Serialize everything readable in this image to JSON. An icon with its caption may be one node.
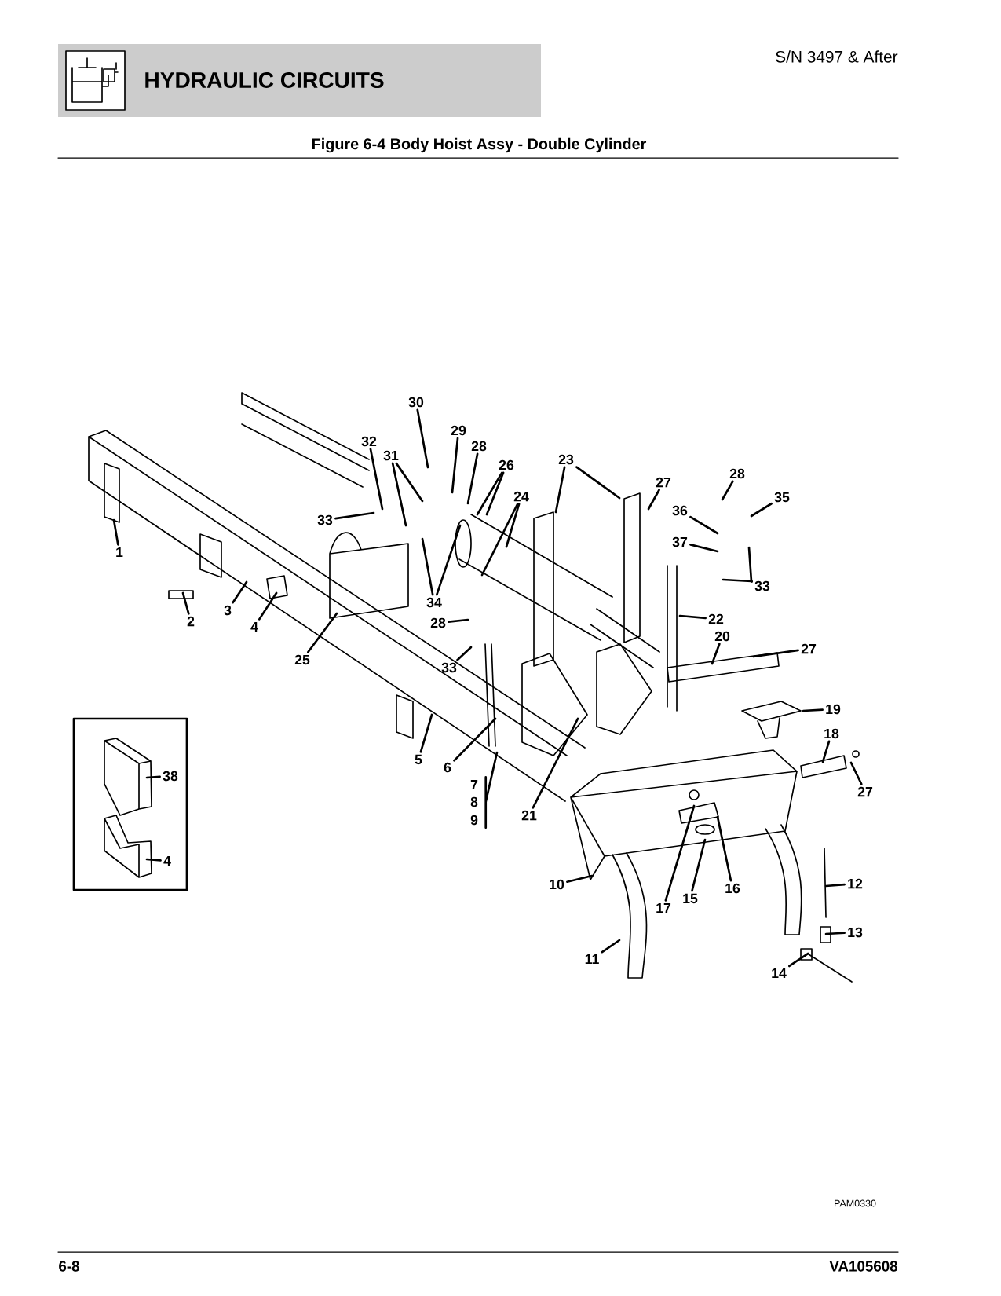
{
  "diagram": {
    "title": "HYDRAULIC CIRCUITS",
    "caption": "Figure 6-4 Body Hoist Assy - Double Cylinder",
    "nodes": [
      {
        "text": [
          "30"
        ]
      },
      {
        "text": [
          "29"
        ]
      },
      {
        "text": [
          "32"
        ]
      },
      {
        "text": [
          "28"
        ]
      },
      {
        "text": [
          "26"
        ]
      },
      {
        "text": [
          "31"
        ]
      },
      {
        "text": [
          "24"
        ]
      },
      {
        "text": [
          "23"
        ]
      },
      {
        "text": [
          "27"
        ]
      },
      {
        "text": [
          "28"
        ]
      },
      {
        "text": [
          "35"
        ]
      },
      {
        "text": [
          "33"
        ]
      },
      {
        "text": [
          "36"
        ]
      },
      {
        "text": [
          "37"
        ]
      },
      {
        "text": [
          "1"
        ]
      },
      {
        "text": [
          "33"
        ]
      },
      {
        "text": [
          "2"
        ]
      },
      {
        "text": [
          "3"
        ]
      },
      {
        "text": [
          "4"
        ]
      },
      {
        "text": [
          "34"
        ]
      },
      {
        "text": [
          "22"
        ]
      },
      {
        "text": [
          "28"
        ]
      },
      {
        "text": [
          "25"
        ]
      },
      {
        "text": [
          "20"
        ]
      },
      {
        "text": [
          "27"
        ]
      },
      {
        "text": [
          "33"
        ]
      },
      {
        "text": [
          "19"
        ]
      },
      {
        "text": [
          "18"
        ]
      },
      {
        "text": [],
        "shape": "box"
      },
      {
        "text": [
          "38"
        ],
        "in": 28
      },
      {
        "text": [
          "5"
        ]
      },
      {
        "text": [
          "6"
        ]
      },
      {
        "text": [
          "7"
        ]
      },
      {
        "text": [
          "8"
        ]
      },
      {
        "text": [
          "9"
        ]
      },
      {
        "text": [
          "21"
        ]
      },
      {
        "text": [
          "27"
        ]
      },
      {
        "text": [
          "4"
        ],
        "in": 28
      },
      {
        "text": [
          "10"
        ]
      },
      {
        "text": [
          "12"
        ]
      },
      {
        "text": [
          "16"
        ]
      },
      {
        "text": [
          "15"
        ]
      },
      {
        "text": [
          "17"
        ]
      },
      {
        "text": [
          "13"
        ]
      },
      {
        "text": [
          "11"
        ]
      },
      {
        "text": [
          "14"
        ]
      }
    ],
    "edges": [
      {
        "from": 0,
        "to": null,
        "arrow": "none"
      },
      {
        "from": 1,
        "to": null,
        "arrow": "none"
      },
      {
        "from": 2,
        "to": null,
        "arrow": "none"
      },
      {
        "from": 3,
        "to": null,
        "arrow": "none"
      },
      {
        "from": 4,
        "to": null,
        "arrow": "none"
      },
      {
        "from": 4,
        "to": null,
        "arrow": "none"
      },
      {
        "from": 5,
        "to": null,
        "arrow": "none"
      },
      {
        "from": 5,
        "to": null,
        "arrow": "none"
      },
      {
        "from": 6,
        "to": null,
        "arrow": "none"
      },
      {
        "from": 6,
        "to": null,
        "arrow": "none"
      },
      {
        "from": 7,
        "to": null,
        "arrow": "none"
      },
      {
        "from": 7,
        "to": null,
        "arrow": "none"
      },
      {
        "from": 8,
        "to": null,
        "arrow": "none"
      },
      {
        "from": 9,
        "to": null,
        "arrow": "none"
      },
      {
        "from": 10,
        "to": null,
        "arrow": "none"
      },
      {
        "from": 11,
        "to": null,
        "arrow": "none"
      },
      {
        "from": 12,
        "to": null,
        "arrow": "none"
      },
      {
        "from": 13,
        "to": null,
        "arrow": "none"
      },
      {
        "from": 14,
        "to": null,
        "arrow": "none"
      },
      {
        "from": 15,
        "to": null,
        "arrow": "none"
      },
      {
        "from": 15,
        "to": null,
        "arrow": "none"
      },
      {
        "from": 16,
        "to": null,
        "arrow": "none"
      },
      {
        "from": 17,
        "to": null,
        "arrow": "none"
      },
      {
        "from": 18,
        "to": null,
        "arrow": "none"
      },
      {
        "from": 19,
        "to": null,
        "arrow": "none"
      },
      {
        "from": 19,
        "to": null,
        "arrow": "none"
      },
      {
        "from": 20,
        "to": null,
        "arrow": "none"
      },
      {
        "from": 21,
        "to": null,
        "arrow": "none"
      },
      {
        "from": 22,
        "to": null,
        "arrow": "none"
      },
      {
        "from": 23,
        "to": null,
        "arrow": "none"
      },
      {
        "from": 24,
        "to": null,
        "arrow": "none"
      },
      {
        "from": 25,
        "to": null,
        "arrow": "none"
      },
      {
        "from": 26,
        "to": null,
        "arrow": "none"
      },
      {
        "from": 27,
        "to": null,
        "arrow": "none"
      },
      {
        "from": 29,
        "to": null,
        "arrow": "none"
      },
      {
        "from": 30,
        "to": null,
        "arrow": "none"
      },
      {
        "from": 31,
        "to": null,
        "arrow": "none"
      },
      {
        "from": 32,
        "to": null,
        "arrow": "none"
      },
      {
        "from": 33,
        "to": null,
        "arrow": "none"
      },
      {
        "from": 34,
        "to": null,
        "arrow": "none"
      },
      {
        "from": 35,
        "to": null,
        "arrow": "none"
      },
      {
        "from": 36,
        "to": null,
        "arrow": "none"
      },
      {
        "from": 37,
        "to": null,
        "arrow": "none"
      },
      {
        "from": 38,
        "to": null,
        "arrow": "none"
      },
      {
        "from": 39,
        "to": null,
        "arrow": "none"
      },
      {
        "from": 40,
        "to": null,
        "arrow": "none"
      },
      {
        "from": 41,
        "to": null,
        "arrow": "none"
      },
      {
        "from": 42,
        "to": null,
        "arrow": "none"
      },
      {
        "from": 43,
        "to": null,
        "arrow": "none"
      },
      {
        "from": 44,
        "to": null,
        "arrow": "none"
      },
      {
        "from": 45,
        "to": null,
        "arrow": "none"
      }
    ],
    "labels": [
      "S/N 3497 & After",
      "PAM0330",
      "6-8",
      "VA105608"
    ]
  }
}
